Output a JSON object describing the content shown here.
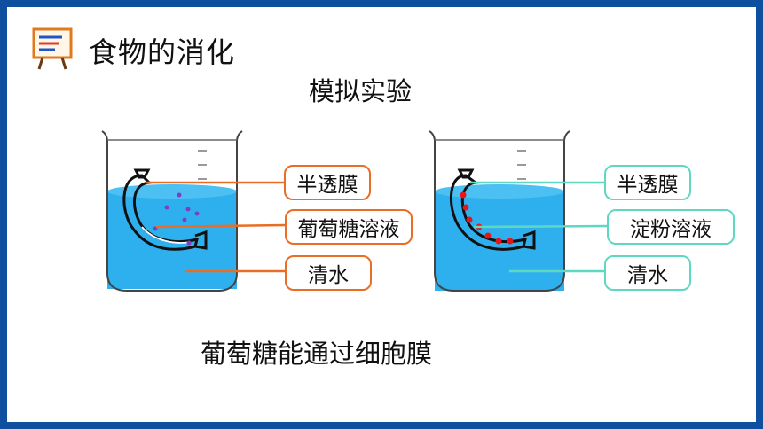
{
  "header": {
    "icon": "presentation-board-icon",
    "title": "食物的消化"
  },
  "main": {
    "subtitle": "模拟实验",
    "caption": "葡萄糖能通过细胞膜",
    "left_beaker": {
      "labels": [
        "半透膜",
        "葡萄糖溶液",
        "清水"
      ],
      "accent": "#e96d24",
      "dot_color": "#7b3fc4"
    },
    "right_beaker": {
      "labels": [
        "半透膜",
        "淀粉溶液",
        "清水"
      ],
      "accent": "#5fd8c2",
      "dot_color": "#e8141b"
    }
  },
  "colors": {
    "frame": "#0f4fa0",
    "water": "#2fb0ee"
  }
}
